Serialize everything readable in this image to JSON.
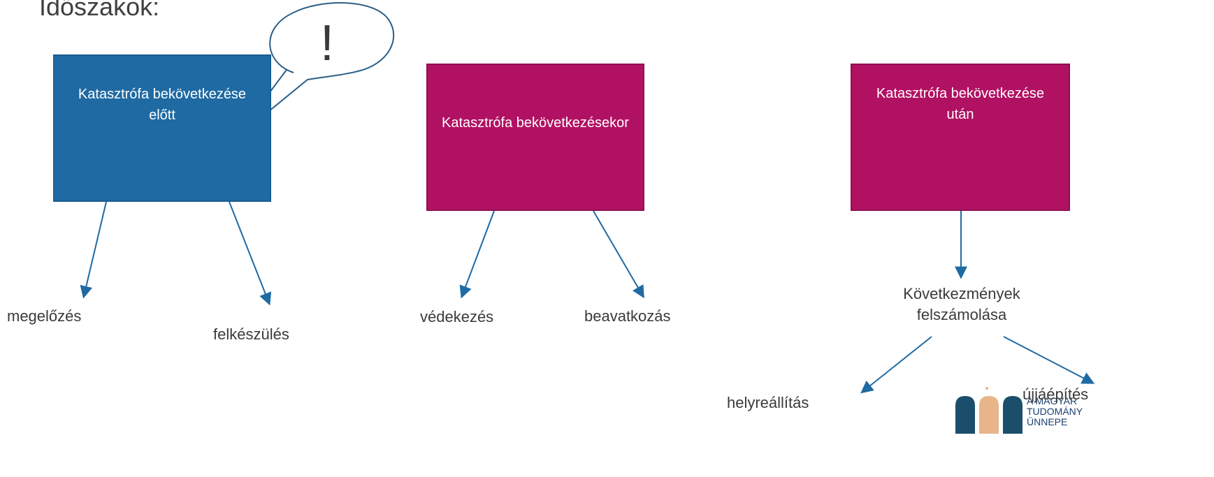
{
  "title": "Időszakok:",
  "callout": {
    "mark": "!"
  },
  "periods": [
    {
      "label": "Katasztrófa bekövetkezése előtt",
      "color": "#1f6aa3"
    },
    {
      "label": "Katasztrófa bekövetkezésekor",
      "color": "#b11162"
    },
    {
      "label": "Katasztrófa bekövetkezése után",
      "color": "#b11162"
    }
  ],
  "outcomes": {
    "megelozes": "megelőzés",
    "felkeszules": "felkészülés",
    "vedekezes": "védekezés",
    "beavatkozas": "beavatkozás",
    "kovetkezmenyek": "Következmények felszámolása",
    "helyreallitas": "helyreállítás",
    "ujjaepites": "újjáépítés"
  },
  "logo": {
    "line1": "A MAGYAR",
    "line2": "TUDOMÁNY",
    "line3": "ÜNNEPE"
  },
  "colors": {
    "arrow": "#1f6aa3",
    "logo_dark": "#1b4e6b",
    "logo_light": "#e8b58a"
  }
}
